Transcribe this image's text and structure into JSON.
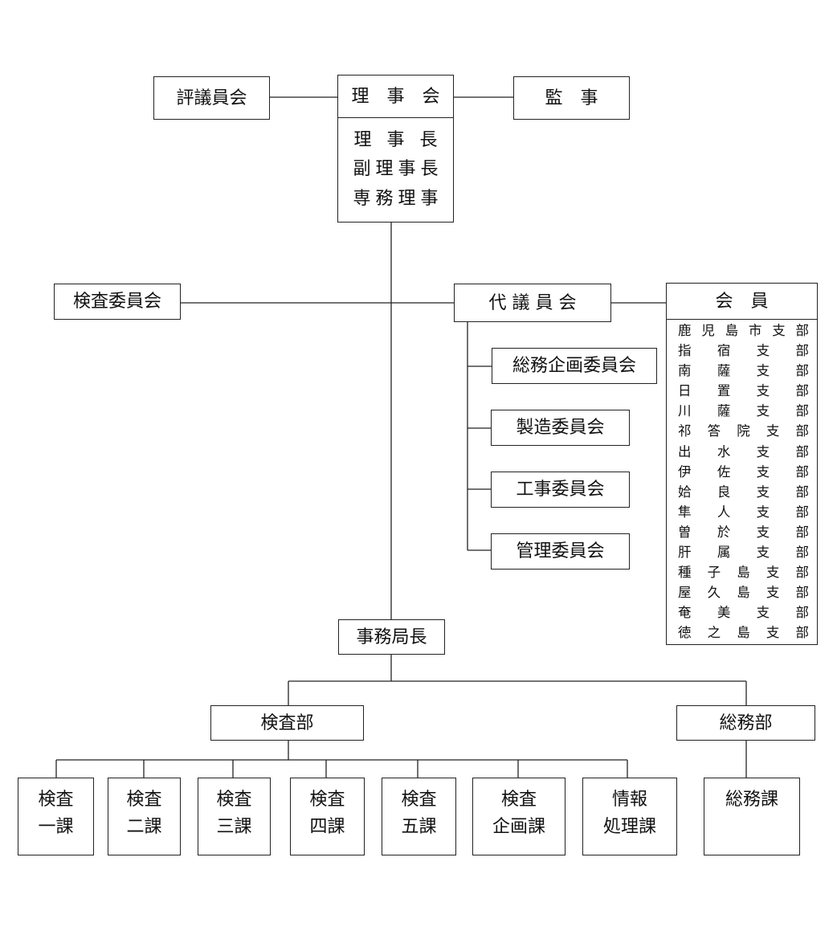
{
  "board": {
    "councillors": "評議員会",
    "board_of_directors": "理　事　会",
    "auditors": "監　事",
    "executives": [
      "理 事 長",
      "副理事長",
      "専務理事"
    ]
  },
  "committees": {
    "inspection": "検査委員会",
    "representatives": "代 議 員 会",
    "sub": [
      "総務企画委員会",
      "製造委員会",
      "工事委員会",
      "管理委員会"
    ]
  },
  "members": {
    "title": "会　員",
    "branches": [
      [
        "鹿",
        "児",
        "島",
        "市",
        "支",
        "部"
      ],
      [
        "指",
        "宿",
        "支",
        "部"
      ],
      [
        "南",
        "薩",
        "支",
        "部"
      ],
      [
        "日",
        "置",
        "支",
        "部"
      ],
      [
        "川",
        "薩",
        "支",
        "部"
      ],
      [
        "祁",
        "答",
        "院",
        "支",
        "部"
      ],
      [
        "出",
        "水",
        "支",
        "部"
      ],
      [
        "伊",
        "佐",
        "支",
        "部"
      ],
      [
        "姶",
        "良",
        "支",
        "部"
      ],
      [
        "隼",
        "人",
        "支",
        "部"
      ],
      [
        "曽",
        "於",
        "支",
        "部"
      ],
      [
        "肝",
        "属",
        "支",
        "部"
      ],
      [
        "種",
        "子",
        "島",
        "支",
        "部"
      ],
      [
        "屋",
        "久",
        "島",
        "支",
        "部"
      ],
      [
        "奄",
        "美",
        "支",
        "部"
      ],
      [
        "徳",
        "之",
        "島",
        "支",
        "部"
      ]
    ]
  },
  "secretariat": {
    "director": "事務局長",
    "inspection_dept": "検査部",
    "general_affairs_dept": "総務部",
    "inspection_sections": [
      [
        "検査",
        "一課"
      ],
      [
        "検査",
        "二課"
      ],
      [
        "検査",
        "三課"
      ],
      [
        "検査",
        "四課"
      ],
      [
        "検査",
        "五課"
      ],
      [
        "検査",
        "企画課"
      ],
      [
        "情報",
        "処理課"
      ]
    ],
    "general_affairs_section": "総務課"
  }
}
